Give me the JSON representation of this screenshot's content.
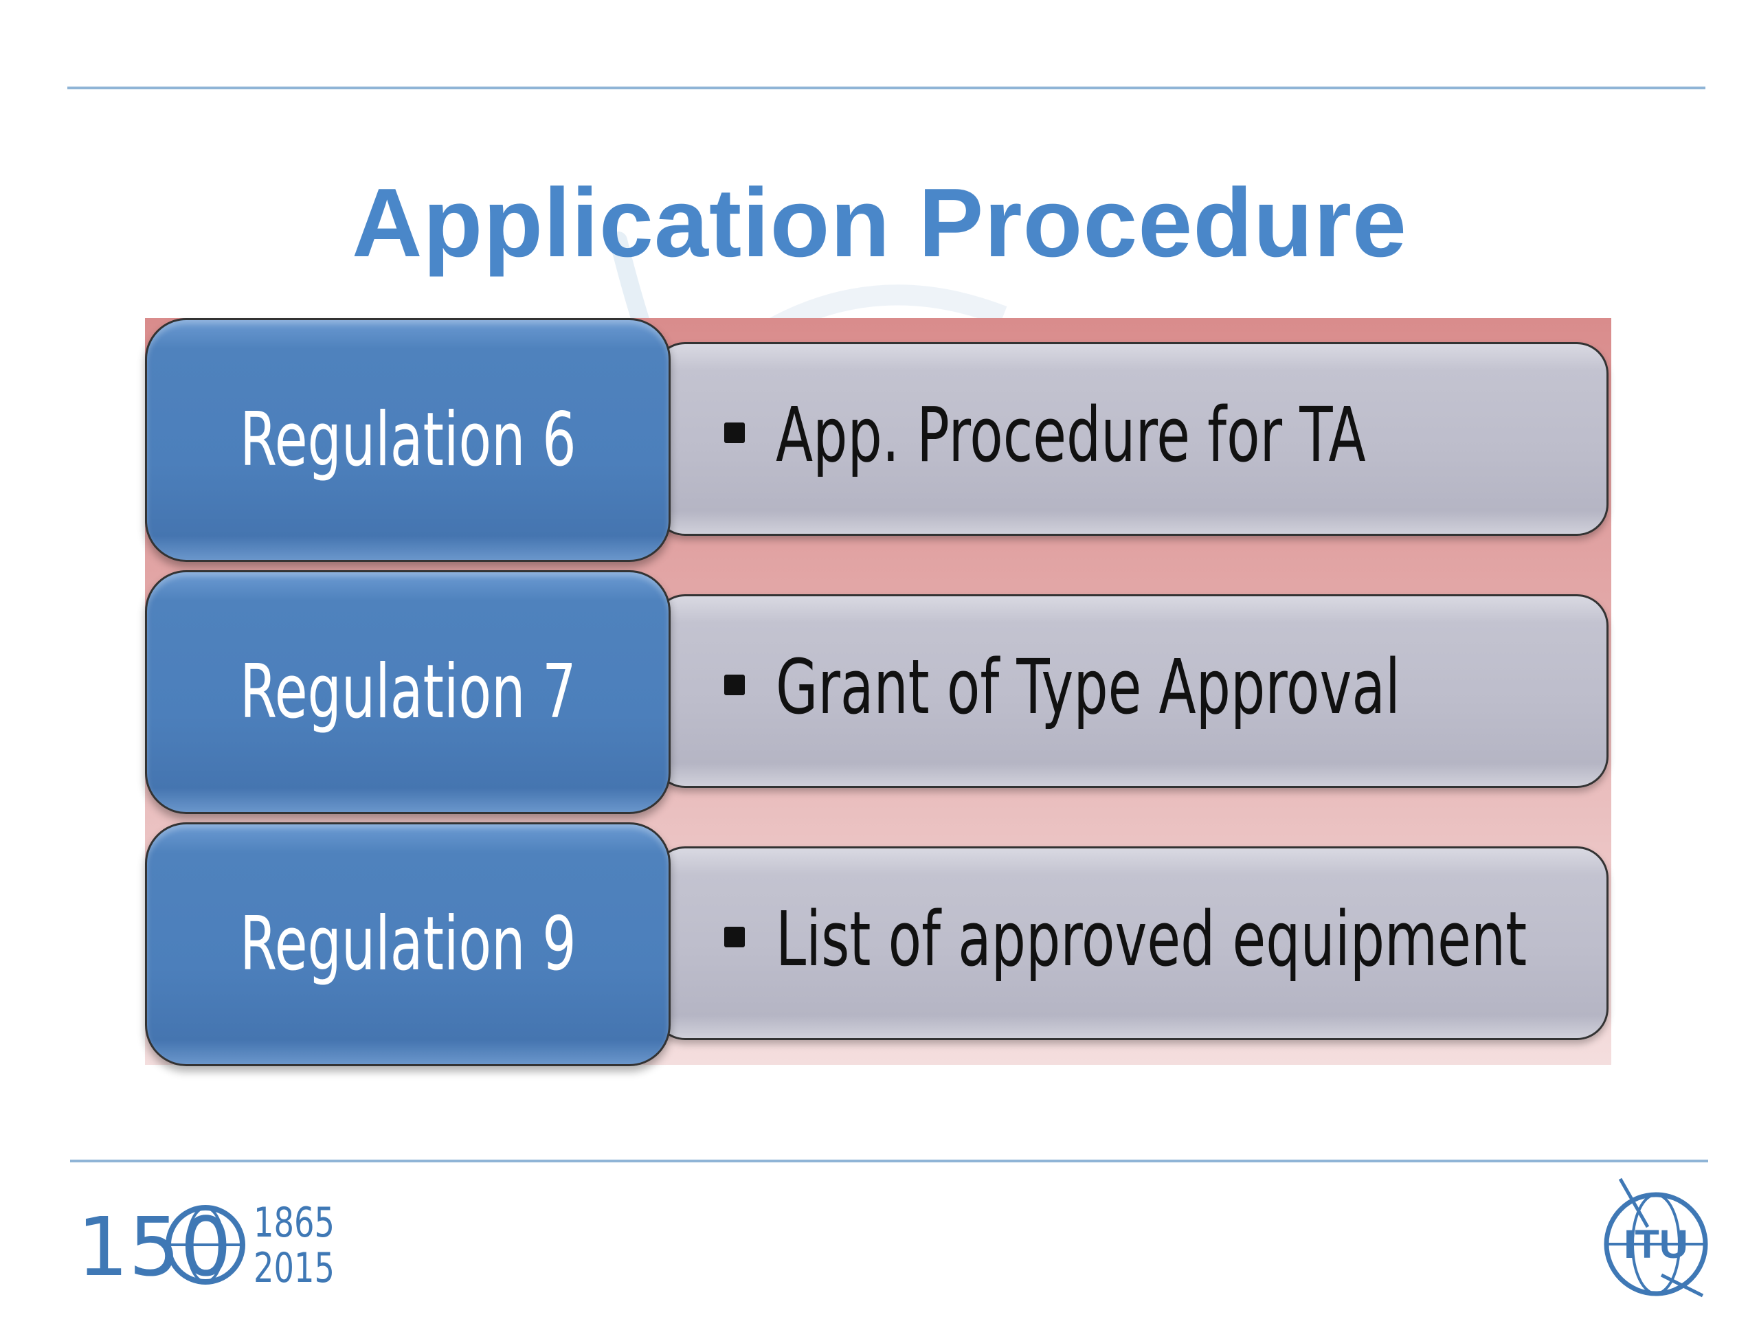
{
  "slide": {
    "title": "Application Procedure"
  },
  "regulations": [
    {
      "label": "Regulation 6",
      "detail": "App. Procedure for TA"
    },
    {
      "label": "Regulation 7",
      "detail": "Grant of Type Approval"
    },
    {
      "label": "Regulation 9",
      "detail": "List of approved equipment"
    }
  ],
  "footer": {
    "anniversary_number": "150",
    "years_start": "1865",
    "years_end": "2015",
    "logo_text": "ITU"
  },
  "colors": {
    "title": "#4a87c9",
    "label_fill": "#4f82bd",
    "detail_fill": "#bdbdcb",
    "panel_top": "#d98c8c",
    "panel_bottom": "#f4dede",
    "rule": "#8fb4d6"
  }
}
